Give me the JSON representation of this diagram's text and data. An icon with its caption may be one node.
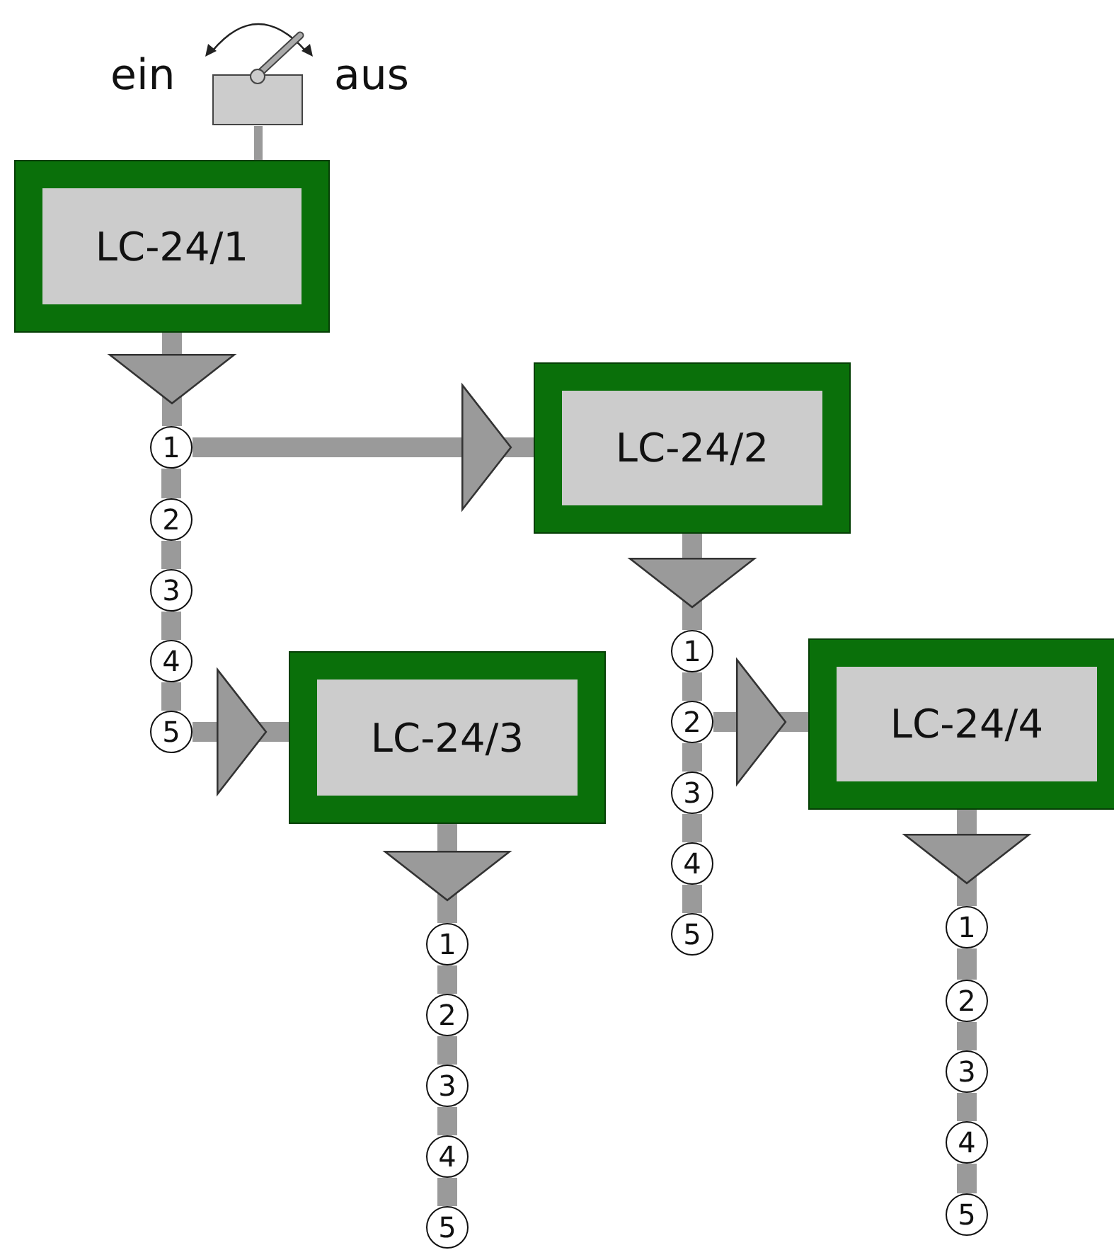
{
  "diagram": {
    "nodes": [
      {
        "text": [],
        "shape": "switch",
        "beside": [
          "ein",
          "aus"
        ]
      },
      {
        "text": [
          "LC-24/1"
        ]
      },
      {
        "text": [
          "1"
        ]
      },
      {
        "text": [
          "2"
        ]
      },
      {
        "text": [
          "3"
        ]
      },
      {
        "text": [
          "4"
        ]
      },
      {
        "text": [
          "5"
        ]
      },
      {
        "text": [
          "LC-24/2"
        ]
      },
      {
        "text": [
          "1"
        ]
      },
      {
        "text": [
          "2"
        ]
      },
      {
        "text": [
          "3"
        ]
      },
      {
        "text": [
          "4"
        ]
      },
      {
        "text": [
          "5"
        ]
      },
      {
        "text": [
          "LC-24/3"
        ]
      },
      {
        "text": [
          "1"
        ]
      },
      {
        "text": [
          "2"
        ]
      },
      {
        "text": [
          "3"
        ]
      },
      {
        "text": [
          "4"
        ]
      },
      {
        "text": [
          "5"
        ]
      },
      {
        "text": [
          "LC-24/4"
        ]
      },
      {
        "text": [
          "1"
        ]
      },
      {
        "text": [
          "2"
        ]
      },
      {
        "text": [
          "3"
        ]
      },
      {
        "text": [
          "4"
        ]
      },
      {
        "text": [
          "5"
        ]
      }
    ],
    "edges": [
      {
        "from": 0,
        "to": 1,
        "arrow": "none"
      },
      {
        "from": 1,
        "to": 2,
        "arrow": "to"
      },
      {
        "from": 2,
        "to": 3,
        "arrow": "none"
      },
      {
        "from": 3,
        "to": 4,
        "arrow": "none"
      },
      {
        "from": 4,
        "to": 5,
        "arrow": "none"
      },
      {
        "from": 5,
        "to": 6,
        "arrow": "none"
      },
      {
        "from": 2,
        "to": 7,
        "arrow": "to"
      },
      {
        "from": 6,
        "to": 13,
        "arrow": "to"
      },
      {
        "from": 7,
        "to": 8,
        "arrow": "to"
      },
      {
        "from": 8,
        "to": 9,
        "arrow": "none"
      },
      {
        "from": 9,
        "to": 10,
        "arrow": "none"
      },
      {
        "from": 10,
        "to": 11,
        "arrow": "none"
      },
      {
        "from": 11,
        "to": 12,
        "arrow": "none"
      },
      {
        "from": 9,
        "to": 19,
        "arrow": "to"
      },
      {
        "from": 13,
        "to": 14,
        "arrow": "to"
      },
      {
        "from": 14,
        "to": 15,
        "arrow": "none"
      },
      {
        "from": 15,
        "to": 16,
        "arrow": "none"
      },
      {
        "from": 16,
        "to": 17,
        "arrow": "none"
      },
      {
        "from": 17,
        "to": 18,
        "arrow": "none"
      },
      {
        "from": 19,
        "to": 20,
        "arrow": "to"
      },
      {
        "from": 20,
        "to": 21,
        "arrow": "none"
      },
      {
        "from": 21,
        "to": 22,
        "arrow": "none"
      },
      {
        "from": 22,
        "to": 23,
        "arrow": "none"
      },
      {
        "from": 23,
        "to": 24,
        "arrow": "none"
      }
    ]
  }
}
